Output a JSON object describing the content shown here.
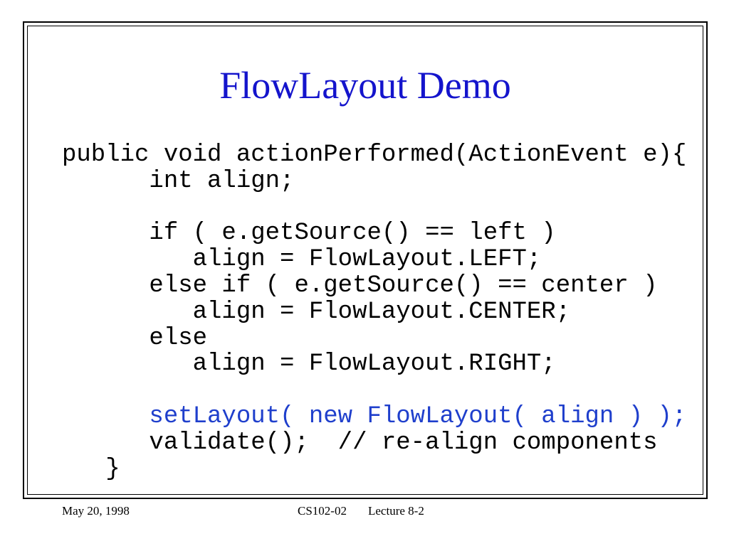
{
  "slide": {
    "title": "FlowLayout Demo",
    "title_color": "#1414cc",
    "code_highlight_color": "#1f3fcc",
    "code_lines": [
      {
        "text": "public void actionPerformed(ActionEvent e){",
        "highlight": false
      },
      {
        "text": "      int align;",
        "highlight": false
      },
      {
        "text": "",
        "highlight": false
      },
      {
        "text": "      if ( e.getSource() == left )",
        "highlight": false
      },
      {
        "text": "         align = FlowLayout.LEFT;",
        "highlight": false
      },
      {
        "text": "      else if ( e.getSource() == center )",
        "highlight": false
      },
      {
        "text": "         align = FlowLayout.CENTER;",
        "highlight": false
      },
      {
        "text": "      else",
        "highlight": false
      },
      {
        "text": "         align = FlowLayout.RIGHT;",
        "highlight": false
      },
      {
        "text": "",
        "highlight": false
      },
      {
        "text": "      setLayout( new FlowLayout( align ) );",
        "highlight": true
      },
      {
        "text": "      validate();  // re-align components",
        "highlight": false
      },
      {
        "text": "   }",
        "highlight": false
      }
    ]
  },
  "footer": {
    "date": "May 20, 1998",
    "course": "CS102-02",
    "lecture": "Lecture 8-2"
  }
}
